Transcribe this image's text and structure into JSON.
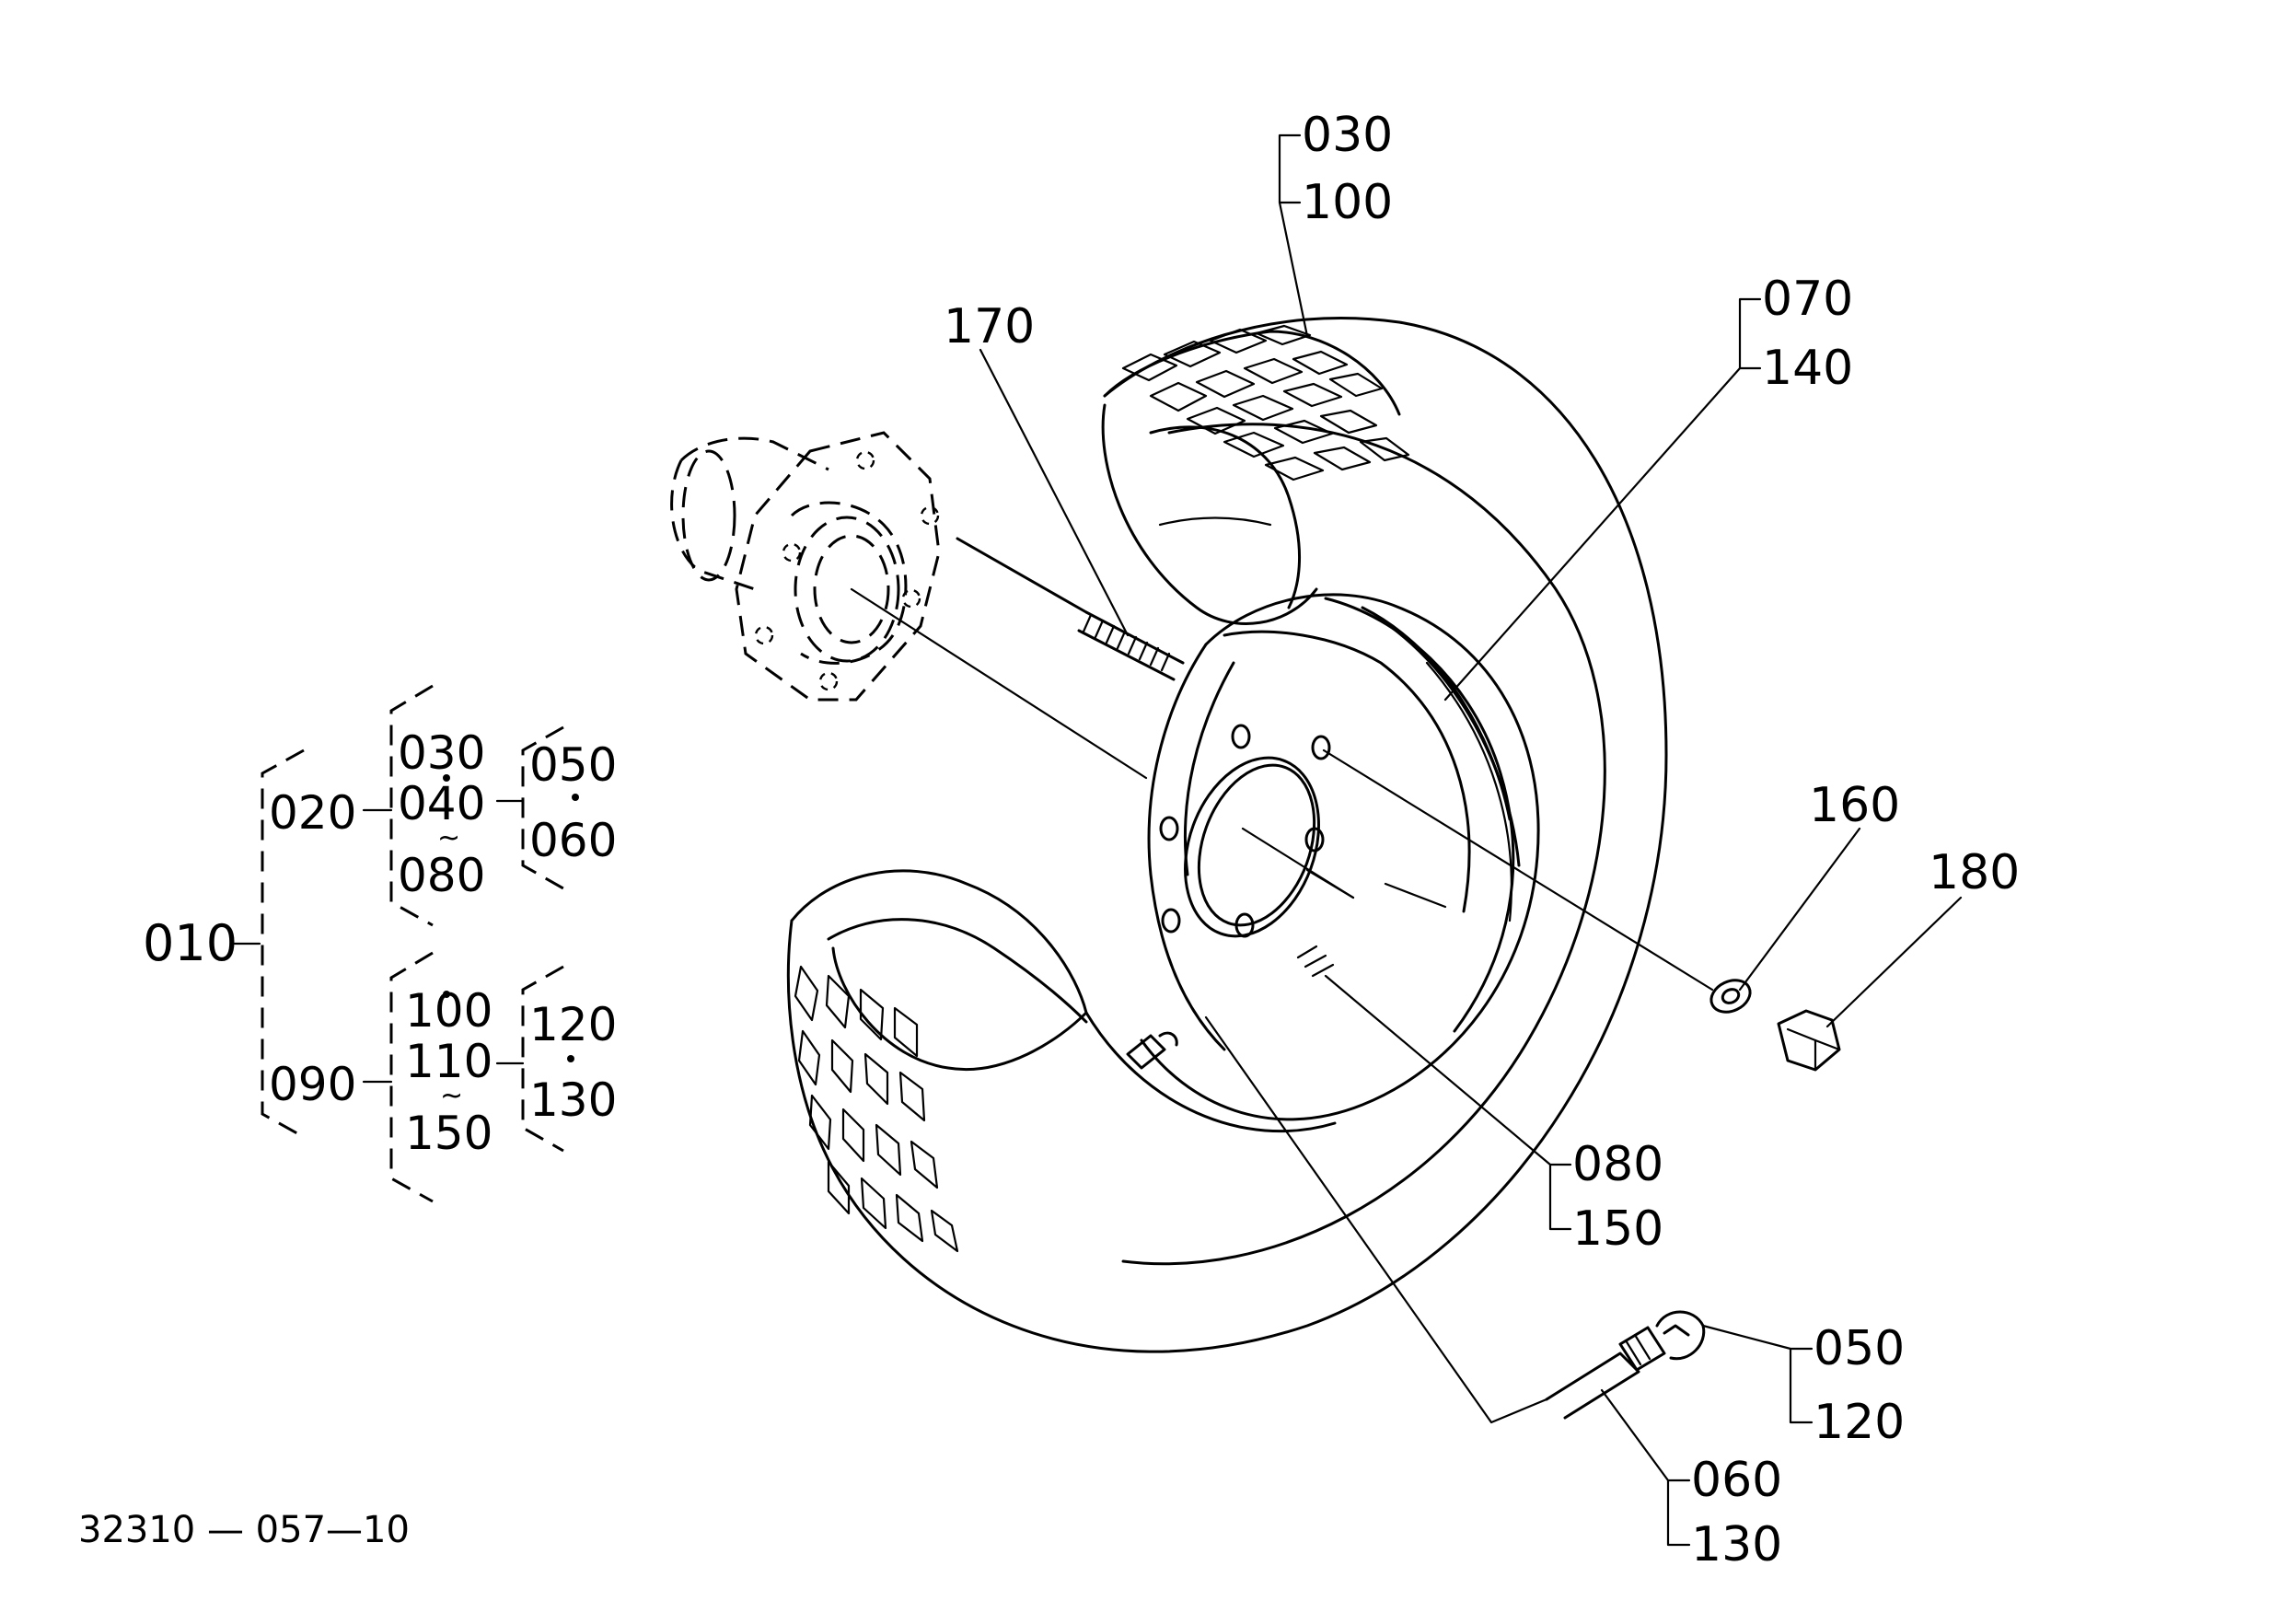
{
  "drawing_number": "32310 — 057—10",
  "callouts": {
    "c030_100": [
      "030",
      "100"
    ],
    "c070_140": [
      "070",
      "140"
    ],
    "c170": "170",
    "c160": "160",
    "c180": "180",
    "c080_150": [
      "080",
      "150"
    ],
    "c050_120": [
      "050",
      "120"
    ],
    "c060_130": [
      "060",
      "130"
    ]
  },
  "tree": {
    "root": "010",
    "group1": {
      "node": "020",
      "mid": [
        "030",
        "040",
        "080"
      ],
      "right": [
        "050",
        "060"
      ]
    },
    "group2": {
      "node": "090",
      "mid": [
        "100",
        "110",
        "150"
      ],
      "right": [
        "120",
        "130"
      ]
    }
  }
}
